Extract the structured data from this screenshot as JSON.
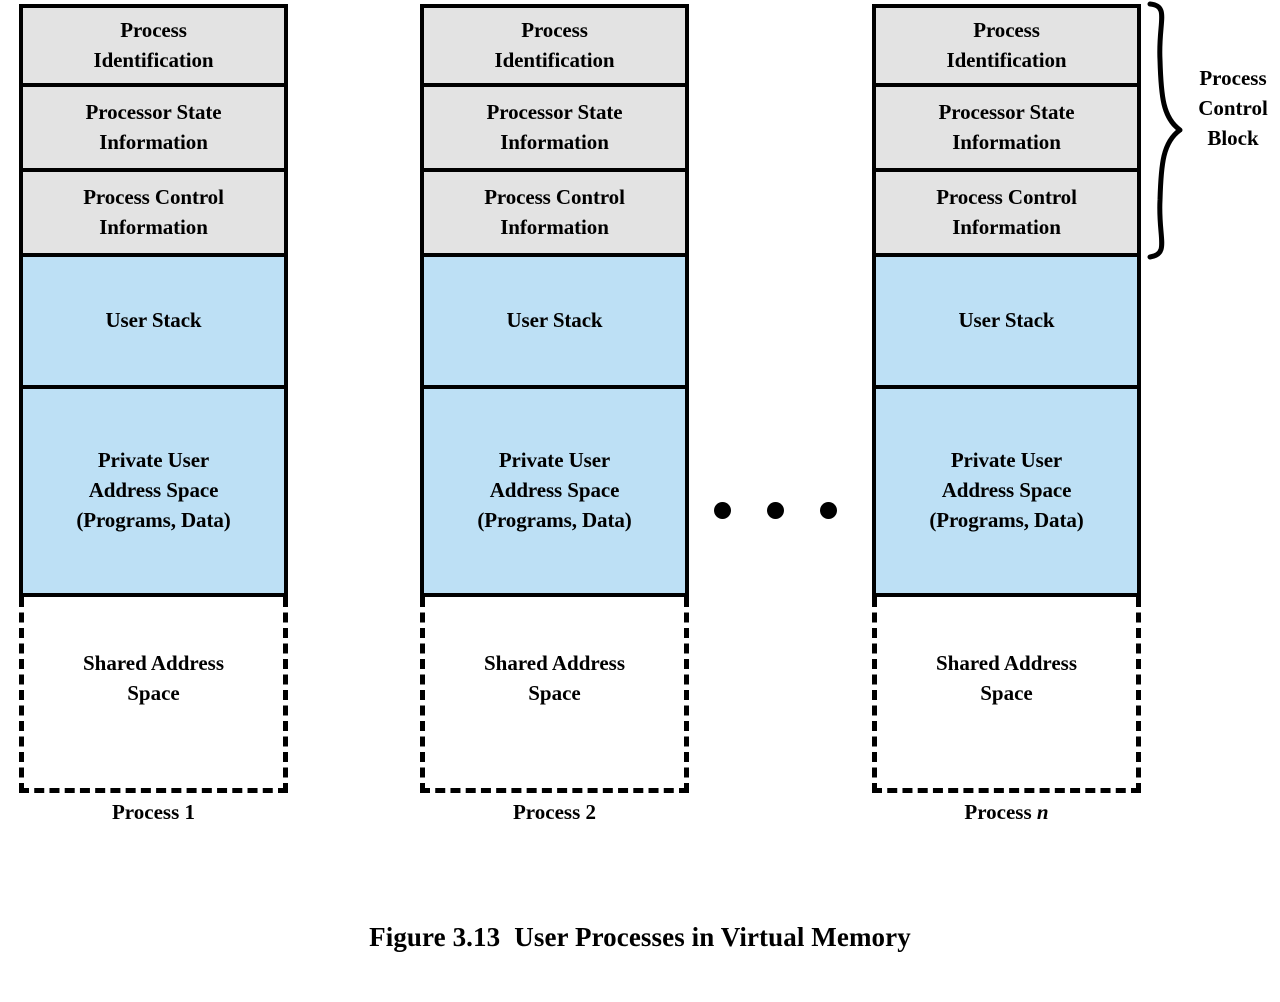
{
  "figure": {
    "caption_number": "Figure 3.13",
    "caption_title": "User Processes in Virtual Memory"
  },
  "colors": {
    "pcb_fill": "#e3e3e3",
    "user_fill": "#bde0f5",
    "shared_fill": "#ffffff",
    "stroke": "#000000"
  },
  "segments": {
    "process_identification": "Process Identification",
    "processor_state_information": "Processor State Information",
    "process_control_information": "Process Control Information",
    "user_stack": "User Stack",
    "private_user_address_space": "Private User Address Space (Programs, Data)",
    "private_line_1": "Private User",
    "private_line_2": "Address Space",
    "private_line_3": "(Programs, Data)",
    "shared_address_space": "Shared Address Space",
    "ident_line_1": "Process",
    "ident_line_2": "Identification",
    "procstate_line_1": "Processor State",
    "procstate_line_2": "Information",
    "proccontrol_line_1": "Process Control",
    "proccontrol_line_2": "Information",
    "shared_line_1": "Shared Address",
    "shared_line_2": "Space"
  },
  "columns": [
    {
      "id": "process-1",
      "label_prefix": "Process 1",
      "label_text": "Process",
      "label_index": "1",
      "label_index_italic": false
    },
    {
      "id": "process-2",
      "label_prefix": "Process 2",
      "label_text": "Process",
      "label_index": "2",
      "label_index_italic": false
    },
    {
      "id": "process-n",
      "label_prefix": "Process n",
      "label_text": "Process",
      "label_index": "n",
      "label_index_italic": true
    }
  ],
  "annotation": {
    "pcb_label": "Process Control Block",
    "pcb_line_1": "Process",
    "pcb_line_2": "Control",
    "pcb_line_3": "Block"
  },
  "ellipsis": {
    "dot_count": 3,
    "meaning": "additional processes omitted"
  }
}
